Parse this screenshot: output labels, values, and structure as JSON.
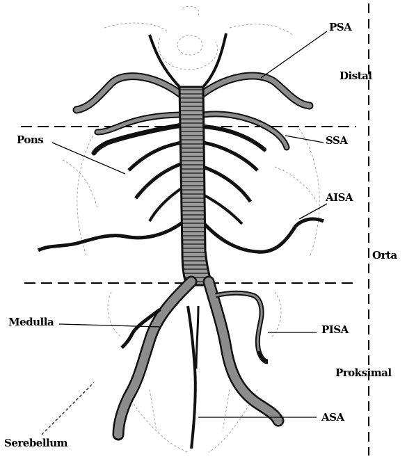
{
  "labels": {
    "psa": "PSA",
    "distal": "Distal",
    "pons": "Pons",
    "ssa": "SSA",
    "aisa": "AISA",
    "orta": "Orta",
    "medulla": "Medulla",
    "pisa": "PISA",
    "proksimal": "Proksimal",
    "asa": "ASA",
    "serebellum": "Serebellum"
  },
  "colors": {
    "ink": "#000000",
    "vessel_fill": "#8c8c8c",
    "sketch": "#9a9a9a",
    "background": "#ffffff"
  }
}
